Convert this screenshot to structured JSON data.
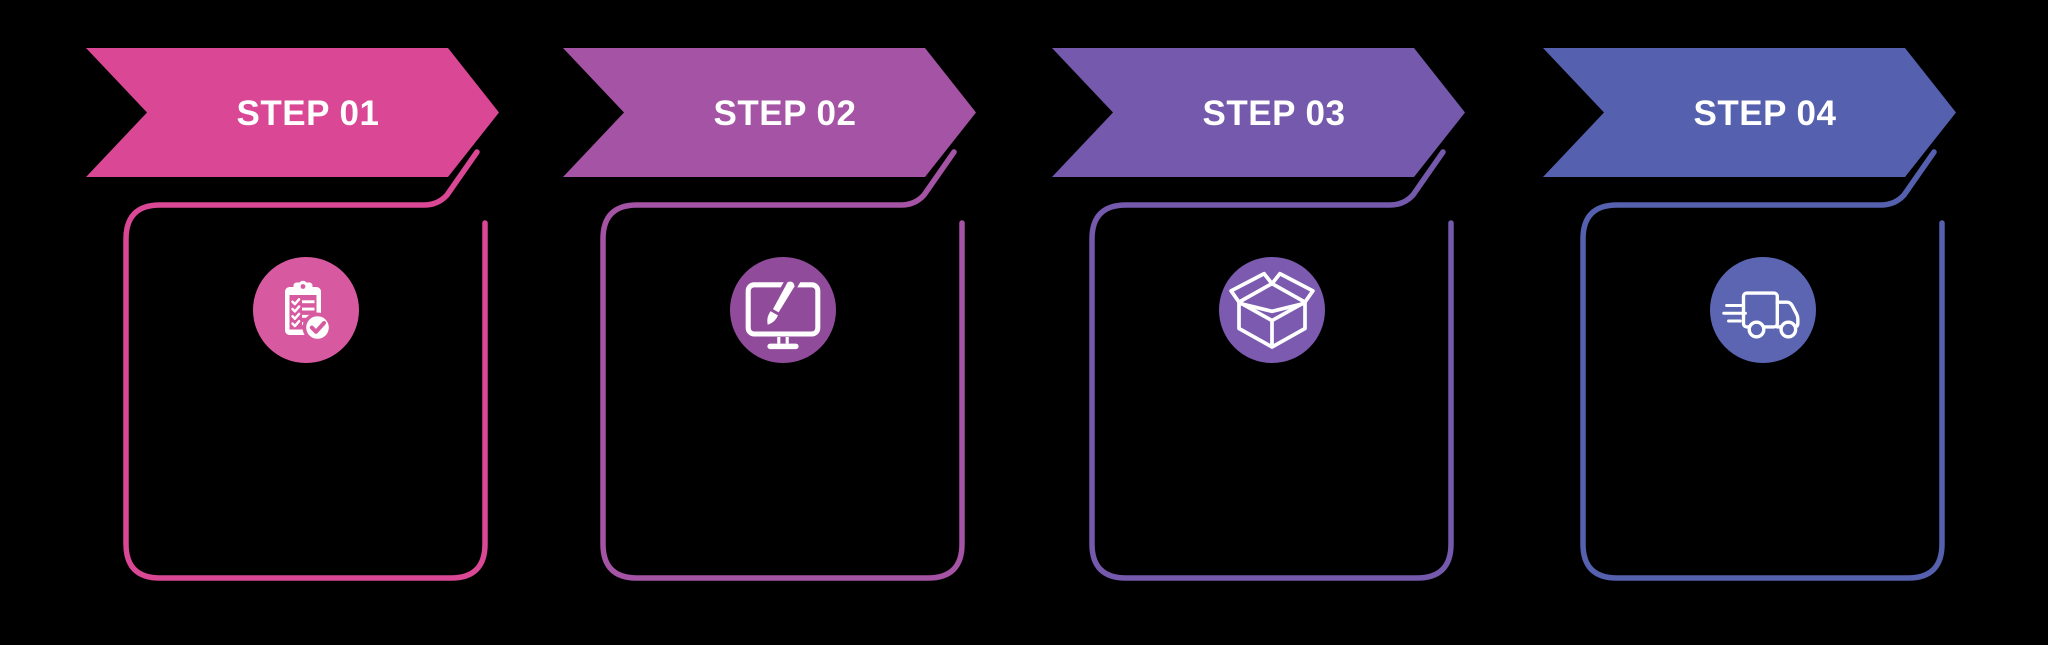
{
  "diagram": {
    "background_color": "#000000",
    "label_text_color": "#ffffff",
    "steps": [
      {
        "label": "STEP 01",
        "arrow_color": "#D94795",
        "border_color": "#D94795",
        "circle_color": "#D75AA1",
        "icon": "clipboard-checklist-icon"
      },
      {
        "label": "STEP 02",
        "arrow_color": "#A553A4",
        "border_color": "#A553A4",
        "circle_color": "#904C9B",
        "icon": "monitor-paintbrush-icon"
      },
      {
        "label": "STEP 03",
        "arrow_color": "#7459AC",
        "border_color": "#7459AC",
        "circle_color": "#7B5AAF",
        "icon": "open-box-icon"
      },
      {
        "label": "STEP 04",
        "arrow_color": "#5561AE",
        "border_color": "#5561AE",
        "circle_color": "#5B65B2",
        "icon": "delivery-truck-icon"
      }
    ]
  }
}
